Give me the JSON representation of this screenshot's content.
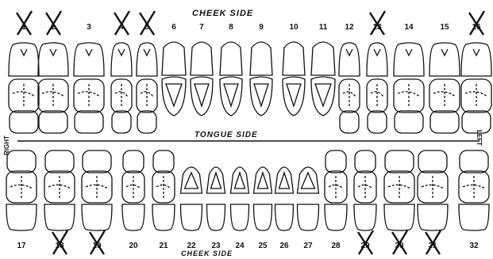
{
  "labels": {
    "top_cheek_side": "CHEEK SIDE",
    "tongue_side": "TONGUE SIDE",
    "bottom_cheek_side": "CHEEK SIDE",
    "right": "RIGHT",
    "left": "LEFT"
  },
  "upper_teeth": [
    {
      "number": "1",
      "type": "molar",
      "crossed": true
    },
    {
      "number": "2",
      "type": "molar",
      "crossed": true
    },
    {
      "number": "3",
      "type": "molar",
      "crossed": false
    },
    {
      "number": "4",
      "type": "premolar",
      "crossed": true
    },
    {
      "number": "5",
      "type": "premolar",
      "crossed": true
    },
    {
      "number": "6",
      "type": "canine",
      "crossed": false
    },
    {
      "number": "7",
      "type": "incisor",
      "crossed": false
    },
    {
      "number": "8",
      "type": "incisor",
      "crossed": false
    },
    {
      "number": "9",
      "type": "incisor",
      "crossed": false
    },
    {
      "number": "10",
      "type": "incisor",
      "crossed": false
    },
    {
      "number": "11",
      "type": "canine",
      "crossed": false
    },
    {
      "number": "12",
      "type": "premolar",
      "crossed": false
    },
    {
      "number": "13",
      "type": "premolar",
      "crossed": true
    },
    {
      "number": "14",
      "type": "molar",
      "crossed": false
    },
    {
      "number": "15",
      "type": "molar",
      "crossed": false
    },
    {
      "number": "16",
      "type": "molar",
      "crossed": true
    }
  ],
  "lower_teeth": [
    {
      "number": "17",
      "type": "molar",
      "crossed": false
    },
    {
      "number": "18",
      "type": "molar",
      "crossed": true
    },
    {
      "number": "19",
      "type": "molar",
      "crossed": true
    },
    {
      "number": "20",
      "type": "premolar",
      "crossed": false
    },
    {
      "number": "21",
      "type": "premolar",
      "crossed": false
    },
    {
      "number": "22",
      "type": "canine",
      "crossed": false
    },
    {
      "number": "23",
      "type": "incisor",
      "crossed": false
    },
    {
      "number": "24",
      "type": "incisor",
      "crossed": false
    },
    {
      "number": "25",
      "type": "incisor",
      "crossed": false
    },
    {
      "number": "26",
      "type": "incisor",
      "crossed": false
    },
    {
      "number": "27",
      "type": "canine",
      "crossed": false
    },
    {
      "number": "28",
      "type": "premolar",
      "crossed": false
    },
    {
      "number": "29",
      "type": "premolar",
      "crossed": true
    },
    {
      "number": "30",
      "type": "molar",
      "crossed": true
    },
    {
      "number": "31",
      "type": "molar",
      "crossed": true
    },
    {
      "number": "32",
      "type": "molar",
      "crossed": false
    }
  ]
}
